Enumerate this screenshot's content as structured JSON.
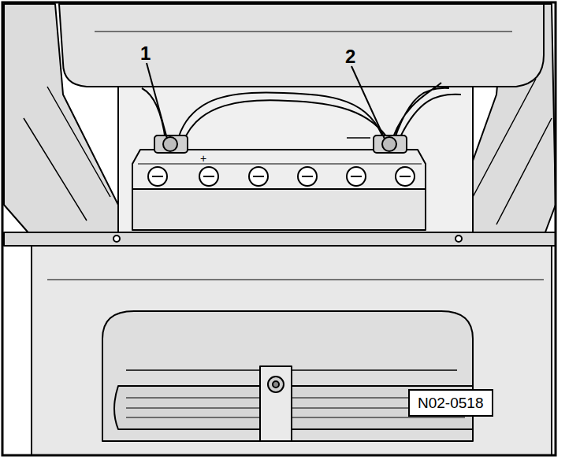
{
  "diagram": {
    "nodes": [
      {
        "text": [
          "N02-0518"
        ]
      }
    ],
    "labels": [
      "1",
      "2",
      "+"
    ]
  }
}
